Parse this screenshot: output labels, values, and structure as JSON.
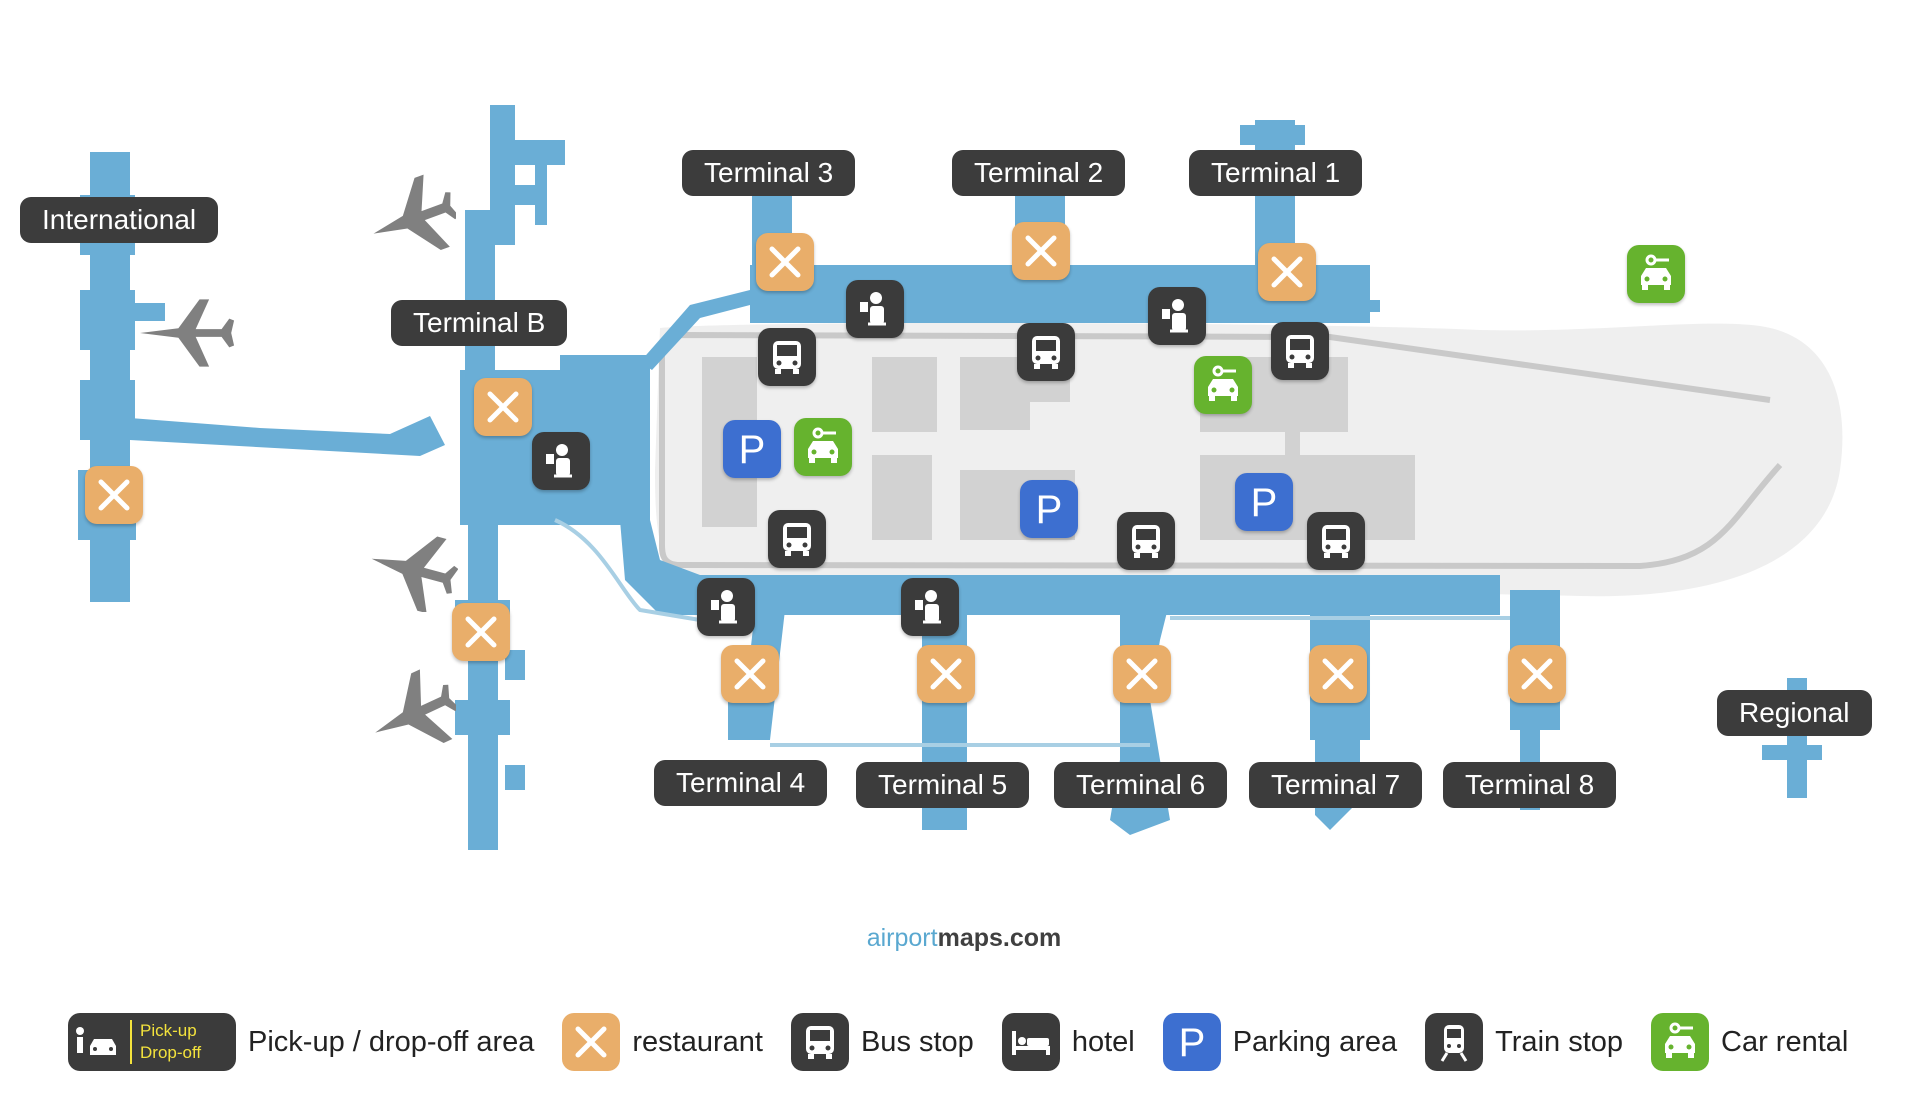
{
  "terminals": {
    "international": "International",
    "terminal_b": "Terminal B",
    "terminal_3": "Terminal 3",
    "terminal_2": "Terminal 2",
    "terminal_1": "Terminal 1",
    "terminal_4": "Terminal 4",
    "terminal_5": "Terminal 5",
    "terminal_6": "Terminal 6",
    "terminal_7": "Terminal 7",
    "terminal_8": "Terminal 8",
    "regional": "Regional"
  },
  "credit": {
    "part1": "airport",
    "part2": "maps.com"
  },
  "legend": {
    "pickup_badge_line1": "Pick-up",
    "pickup_badge_line2": "Drop-off",
    "pickup_label": "Pick-up / drop-off area",
    "restaurant_label": "restaurant",
    "bus_label": "Bus stop",
    "hotel_label": "hotel",
    "parking_label": "Parking area",
    "parking_glyph": "P",
    "train_label": "Train stop",
    "car_rental_label": "Car rental"
  },
  "colors": {
    "terminal_blue": "#6aaed6",
    "label_bg": "#3c3c3c",
    "restaurant": "#e9ae6a",
    "bus": "#3b3b3b",
    "parking": "#3d6fd0",
    "car_rental": "#66b32e",
    "ground": "#efefef",
    "building": "#d2d2d2"
  }
}
